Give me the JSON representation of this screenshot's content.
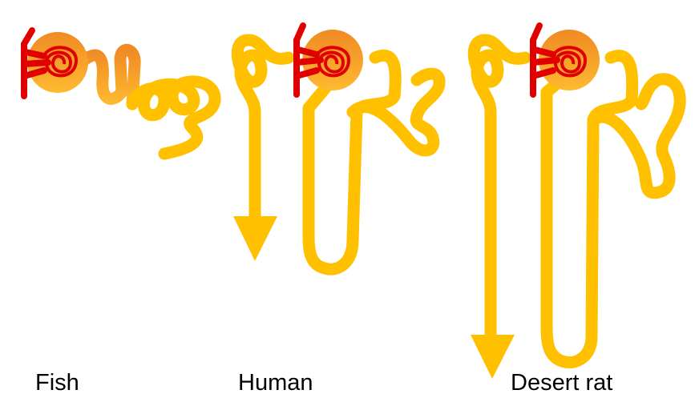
{
  "labels": {
    "fish": "Fish",
    "human": "Human",
    "desert_rat": "Desert rat"
  },
  "colors": {
    "tubule": "#FFC000",
    "capsule_top": "#F4A020",
    "capsule_bottom": "#FDB933",
    "vessel": "#E00000"
  }
}
